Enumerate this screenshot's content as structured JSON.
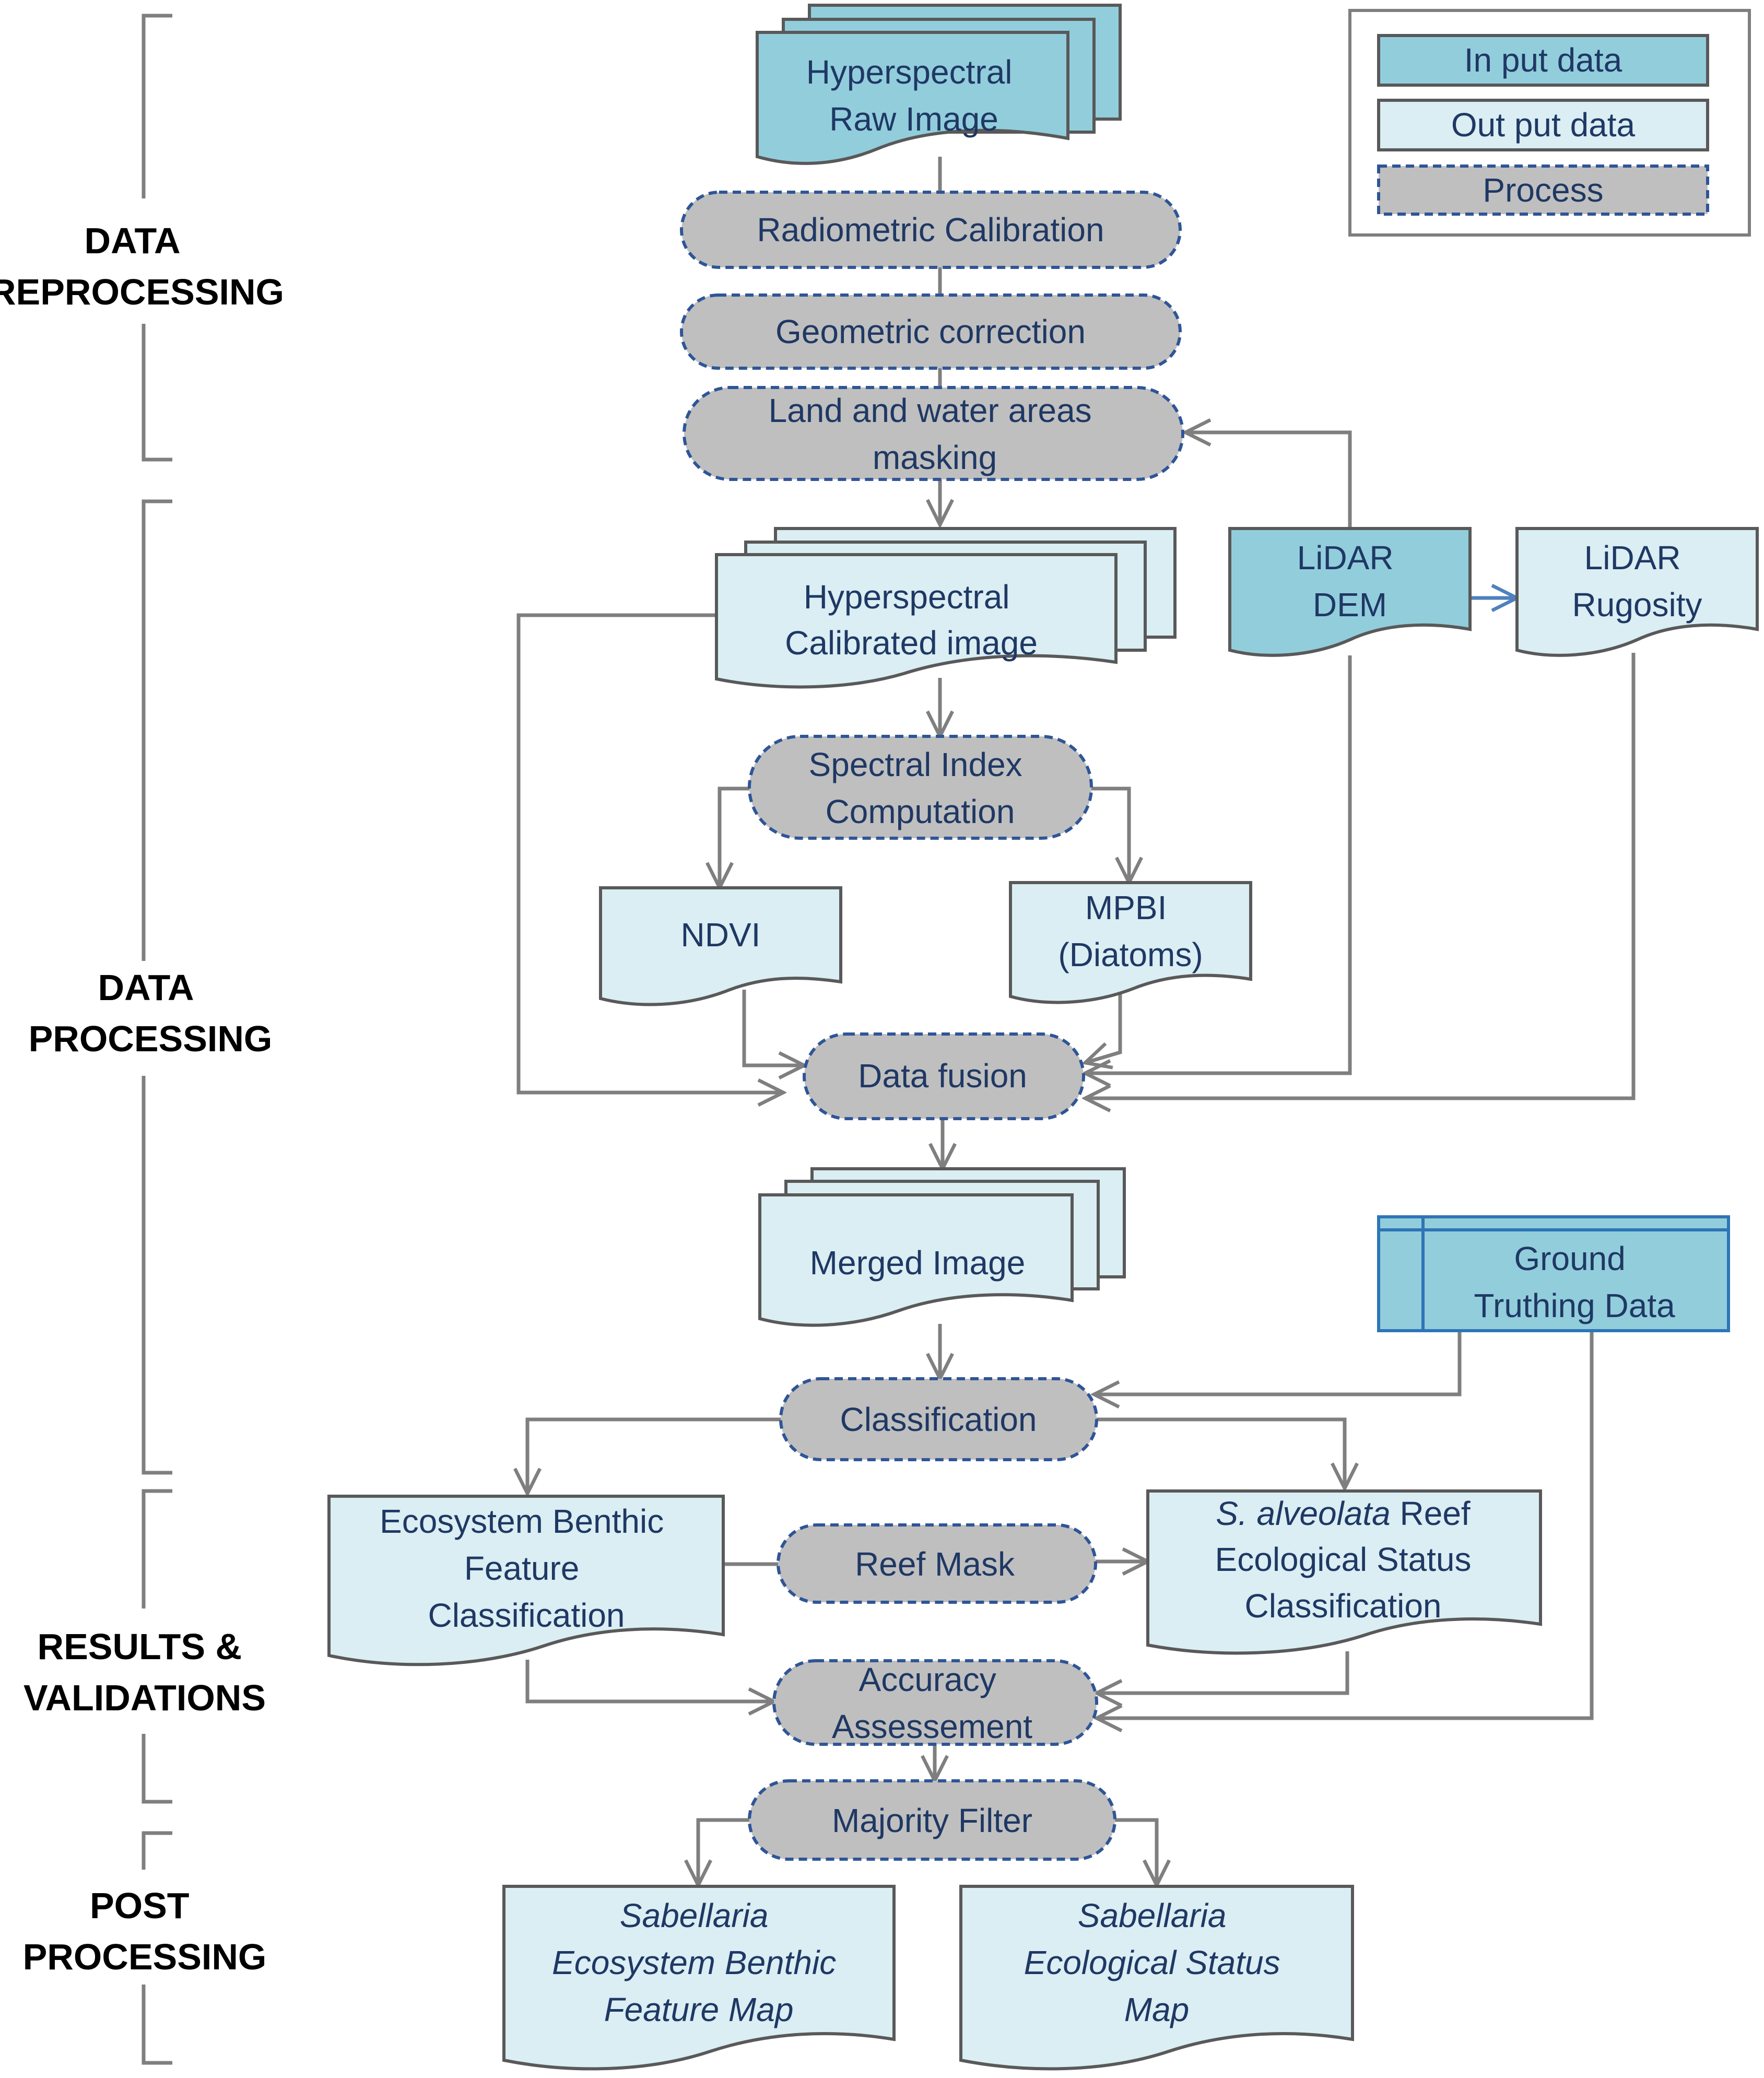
{
  "legend": {
    "input": "In put data",
    "output": "Out put data",
    "process": "Process"
  },
  "stages": {
    "reprocessing": [
      "DATA",
      "REPROCESSING"
    ],
    "processing": [
      "DATA",
      "PROCESSING"
    ],
    "results": [
      "RESULTS &",
      "VALIDATIONS"
    ],
    "post": [
      "POST",
      "PROCESSING"
    ]
  },
  "nodes": {
    "raw_image": [
      "Hyperspectral",
      "Raw Image"
    ],
    "radiometric": "Radiometric Calibration",
    "geometric": "Geometric correction",
    "masking": [
      "Land and water areas",
      "masking"
    ],
    "calibrated_image": [
      "Hyperspectral",
      "Calibrated image"
    ],
    "lidar_dem": [
      "LiDAR",
      "DEM"
    ],
    "lidar_rugosity": [
      "LiDAR",
      "Rugosity"
    ],
    "spectral_index": [
      "Spectral Index",
      "Computation"
    ],
    "ndvi": "NDVI",
    "mpbi": [
      "MPBI",
      "(Diatoms)"
    ],
    "data_fusion": "Data fusion",
    "merged_image": "Merged Image",
    "ground_truthing": [
      "Ground",
      "Truthing Data"
    ],
    "classification": "Classification",
    "benthic_classification": [
      "Ecosystem Benthic",
      "Feature",
      "Classification"
    ],
    "reef_mask": "Reef Mask",
    "ecological_status": {
      "line1_italic": "S. alveolata",
      "line1_rest": " Reef",
      "line2": "Ecological Status",
      "line3": "Classification"
    },
    "accuracy": [
      "Accuracy",
      "Assessement"
    ],
    "majority_filter": "Majority Filter",
    "benthic_map": [
      "Sabellaria",
      "Ecosystem Benthic",
      "Feature Map"
    ],
    "status_map": [
      "Sabellaria",
      "Ecological Status",
      "Map"
    ]
  },
  "colors": {
    "input_fill": "#92cddc",
    "output_fill": "#daeef3",
    "process_fill": "#bfbfbf",
    "process_border": "#2f5597",
    "connector": "#7f7f7f",
    "text": "#1f3864"
  }
}
